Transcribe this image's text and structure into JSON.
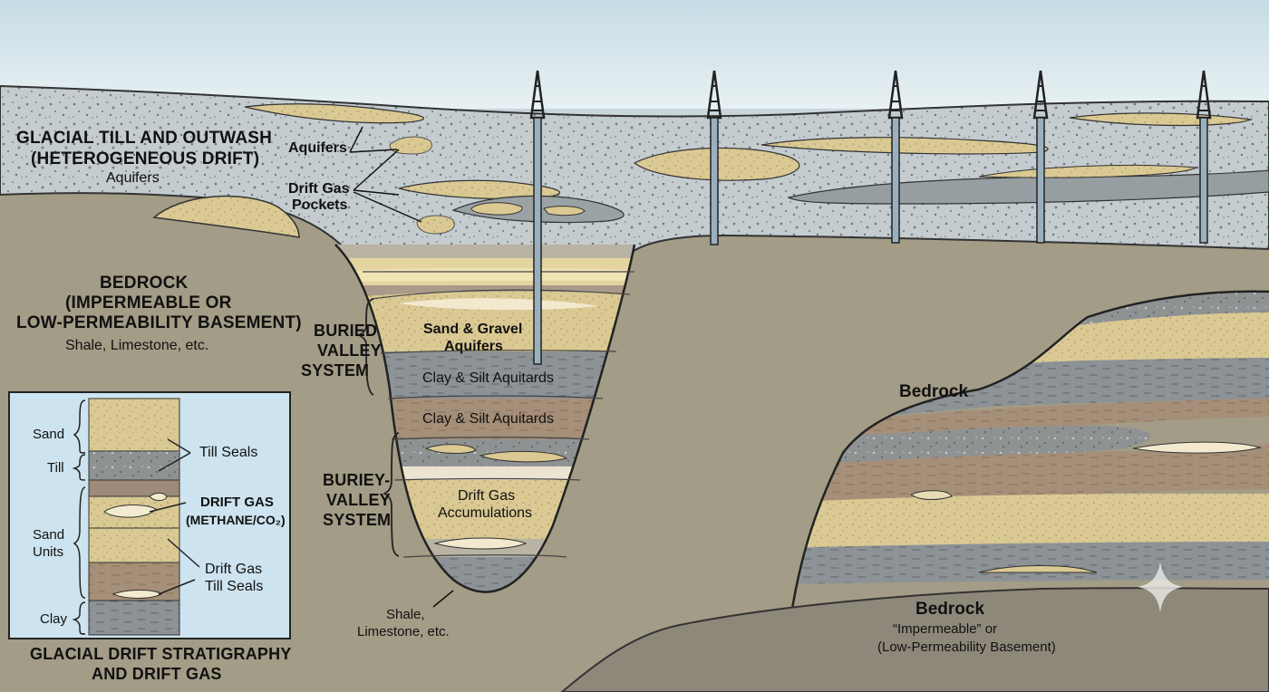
{
  "labels": {
    "glacial_title": "GLACIAL TILL AND OUTWASH",
    "glacial_subtitle": "(HETEROGENEOUS DRIFT)",
    "glacial_aquifers": "Aquifers",
    "aquifers": "Aquifers",
    "drift_gas_pockets_1": "Drift Gas",
    "drift_gas_pockets_2": "Pockets",
    "bedrock_title_1": "BEDROCK",
    "bedrock_title_2": "(IMPERMEABLE OR",
    "bedrock_title_3": "LOW-PERMEABILITY BASEMENT)",
    "bedrock_sub": "Shale, Limestone, etc.",
    "buried_valley_1": "BURIED",
    "buried_valley_2": "VALLEY",
    "buried_valley_3": "SYSTEM",
    "buriey_valley_1": "BURIEY-",
    "buriey_valley_2": "VALLEY",
    "buriey_valley_3": "SYSTEM",
    "sand_gravel_1": "Sand & Gravel",
    "sand_gravel_2": "Aquifers",
    "clay_silt_1": "Clay & Silt Aquitards",
    "clay_silt_2": "Clay & Silt Aquitards",
    "drift_gas_acc_1": "Drift Gas",
    "drift_gas_acc_2": "Accumulations",
    "shale_1": "Shale,",
    "shale_2": "Limestone, etc.",
    "bedrock_right": "Bedrock",
    "bedrock_bottom_title": "Bedrock",
    "bedrock_bottom_sub1": "“Impermeable” or",
    "bedrock_bottom_sub2": "(Low-Permeability Basement)"
  },
  "inset": {
    "sand": "Sand",
    "till": "Till",
    "sand_units_1": "Sand",
    "sand_units_2": "Units",
    "clay": "Clay",
    "till_seals": "Till Seals",
    "drift_gas_1": "DRIFT GAS",
    "drift_gas_2": "(METHANE/CO₂)",
    "drift_gas_till_1": "Drift Gas",
    "drift_gas_till_2": "Till Seals",
    "title_1": "GLACIAL DRIFT STRATIGRAPHY",
    "title_2": "AND DRIFT GAS"
  },
  "colors": {
    "sky": "#dbe9ef",
    "drift": "#c2cbce",
    "bedrock": "#a39c86",
    "bedrock_dark": "#8e887a",
    "sand": "#dcc88f",
    "clay": "#8b8d8f",
    "clay_brown": "#a48b73",
    "inset_bg": "#cde3ef"
  }
}
